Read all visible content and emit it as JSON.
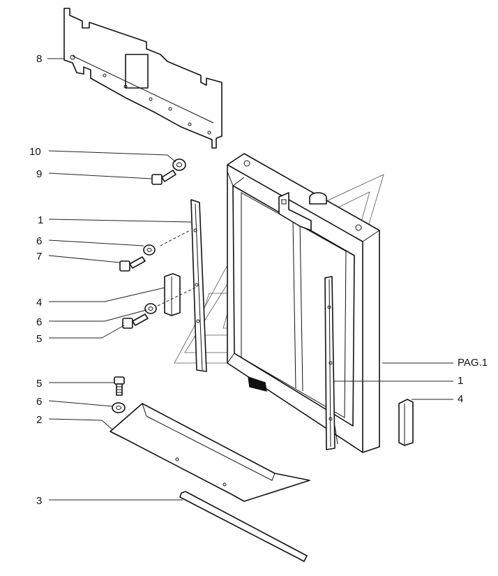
{
  "callouts": {
    "c8": "8",
    "c10": "10",
    "c9": "9",
    "c1_left": "1",
    "c6_upper": "6",
    "c7": "7",
    "c4_left": "4",
    "c6_mid": "6",
    "c5_mid": "5",
    "c5_lower": "5",
    "c6_lower": "6",
    "c2": "2",
    "c3": "3",
    "pag": "PAG.1",
    "c1_right": "1",
    "c4_right": "4"
  }
}
